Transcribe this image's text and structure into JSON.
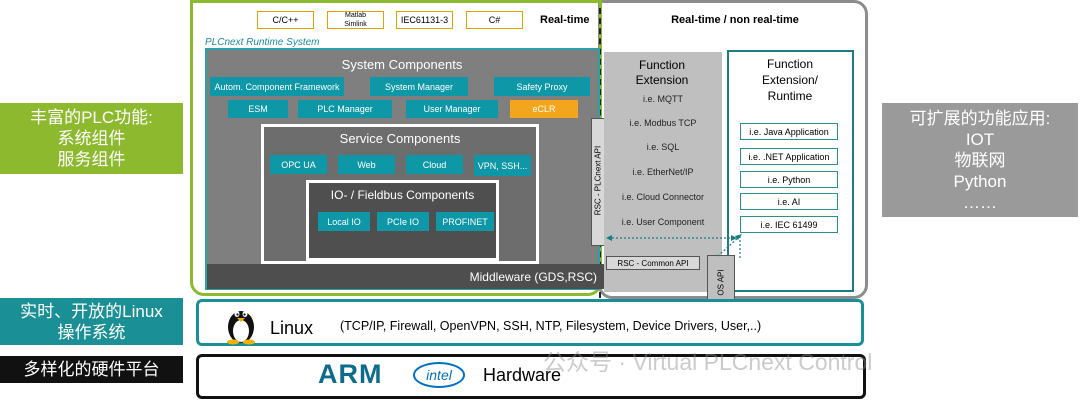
{
  "left_labels": {
    "plc_function": [
      "丰富的PLC功能:",
      "系统组件",
      "服务组件"
    ],
    "linux_os": [
      "实时、开放的Linux",
      "操作系统"
    ],
    "hardware_platform": "多样化的硬件平台"
  },
  "right_label": [
    "可扩展的功能应用:",
    "IOT",
    "物联网",
    "Python",
    "……"
  ],
  "languages": [
    "C/C++",
    "Matlab Simlink",
    "IEC61131-3",
    "C#"
  ],
  "realtime_label": "Real-time",
  "realtime_non_label": "Real-time / non real-time",
  "runtime_system_label": "PLCnext Runtime System",
  "system_components": {
    "title": "System Components",
    "row1": [
      "Autom. Component Framework",
      "System Manager",
      "Safety Proxy"
    ],
    "row2": [
      "ESM",
      "PLC Manager",
      "User Manager",
      "eCLR"
    ]
  },
  "service_components": {
    "title": "Service Components",
    "items": [
      "OPC UA",
      "Web",
      "Cloud",
      "VPN, SSH..."
    ]
  },
  "io_components": {
    "title": "IO- / Fieldbus Components",
    "items": [
      "Local IO",
      "PCIe IO",
      "PROFINET"
    ]
  },
  "middleware": "Middleware (GDS,RSC)",
  "rsc_api_vertical": "RSC - PLCnext API",
  "function_extension": {
    "title": "Function Extension",
    "items": [
      "i.e. MQTT",
      "i.e. Modbus TCP",
      "i.e. SQL",
      "i.e. EtherNet/IP",
      "i.e. Cloud Connector",
      "i.e. User Component"
    ]
  },
  "function_extension_runtime": {
    "title": "Function Extension/ Runtime",
    "items": [
      "i.e. Java Application",
      "i.e. .NET Application",
      "i.e. Python",
      "i.e. AI",
      "i.e. IEC 61499"
    ]
  },
  "rsc_common_api": "RSC - Common API",
  "os_api": "OS API",
  "linux": {
    "name": "Linux",
    "features": "(TCP/IP, Firewall, OpenVPN, SSH, NTP, Filesystem, Device Drivers, User,..)"
  },
  "hardware": {
    "arm_logo": "ARM",
    "intel_logo": "intel",
    "label": "Hardware"
  },
  "watermark": "公众号 · Virtual PLCnext Control",
  "colors": {
    "green": "#8db92e",
    "teal": "#0e97a6",
    "dark_teal": "#1c7c84",
    "gray": "#7f7f7f",
    "dark_gray": "#5a5a5a",
    "arm_blue": "#0d6b8e",
    "intel_blue": "#0071c5",
    "eclr_orange": "#f3a51d"
  }
}
